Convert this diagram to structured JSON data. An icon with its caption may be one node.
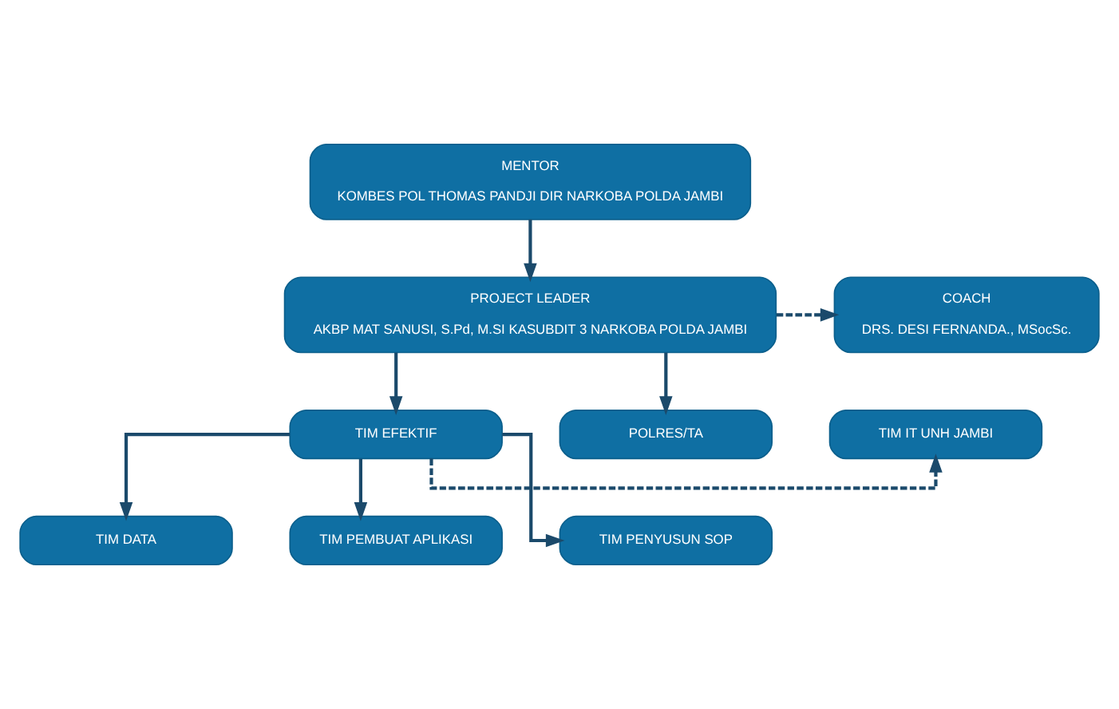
{
  "diagram": {
    "nodes": [
      {
        "text": [
          "MENTOR",
          "KOMBES POL THOMAS PANDJI DIR NARKOBA POLDA JAMBI"
        ]
      },
      {
        "text": [
          "COACH",
          "DRS. DESI FERNANDA., MSocSc."
        ]
      },
      {
        "text": [
          "PROJECT LEADER",
          "AKBP MAT SANUSI, S.Pd, M.SI KASUBDIT 3 NARKOBA POLDA JAMBI"
        ]
      },
      {
        "text": [
          "TIM IT UNH JAMBI"
        ]
      },
      {
        "text": [
          "TIM EFEKTIF"
        ]
      },
      {
        "text": [
          "POLRES/TA"
        ]
      },
      {
        "text": [
          "TIM DATA"
        ]
      },
      {
        "text": [
          "TIM PEMBUAT APLIKASI"
        ]
      },
      {
        "text": [
          "TIM PENYUSUN SOP"
        ]
      }
    ],
    "edges": [
      {
        "from": 0,
        "to": 2,
        "arrow": "to"
      },
      {
        "from": 2,
        "to": 1,
        "arrow": "to",
        "style": "dashed"
      },
      {
        "from": 2,
        "to": 4,
        "arrow": "to"
      },
      {
        "from": 2,
        "to": 5,
        "arrow": "to"
      },
      {
        "from": 4,
        "to": 3,
        "arrow": "to",
        "style": "dashed"
      },
      {
        "from": 4,
        "to": 6,
        "arrow": "to"
      },
      {
        "from": 4,
        "to": 7,
        "arrow": "to"
      },
      {
        "from": 4,
        "to": 8,
        "arrow": "to"
      }
    ]
  }
}
